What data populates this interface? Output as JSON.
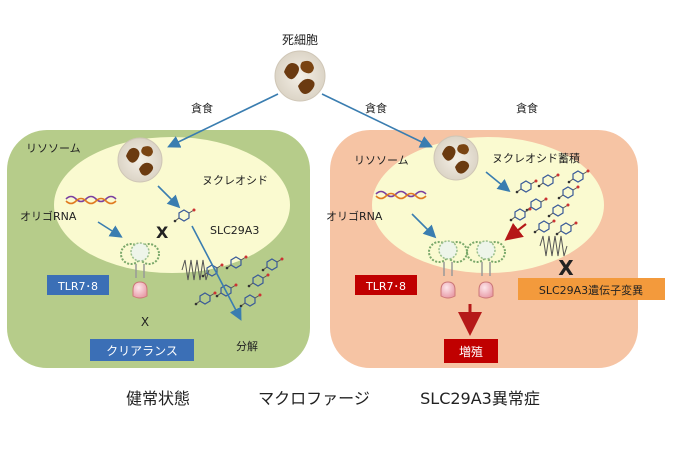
{
  "top": {
    "dead_cell": "死細胞"
  },
  "phagocytosis": [
    "貪食",
    "貪食",
    "貪食"
  ],
  "left": {
    "lysosome": "リソソーム",
    "oligo_rna": "オリゴRNA",
    "nucleoside": "ヌクレオシド",
    "slc": "SLC29A3",
    "x_mark": "X",
    "tlr": "TLR7･8",
    "x_small": "X",
    "clearance": "クリアランス",
    "degradation": "分解"
  },
  "right": {
    "lysosome": "リソソーム",
    "oligo_rna": "オリゴRNA",
    "nucleoside_accum": "ヌクレオシド蓄積",
    "tlr": "TLR7･8",
    "x_mark": "X",
    "mutation": "SLC29A3遺伝子変異",
    "proliferation": "増殖"
  },
  "bottom": {
    "healthy": "健常状態",
    "macrophage": "マクロファージ",
    "disorder": "SLC29A3異常症"
  },
  "colors": {
    "left_cell": "#b6cc8a",
    "right_cell": "#f6c4a4",
    "lysosome": "#fafad0",
    "arrow_blue": "#3a7db0",
    "arrow_red": "#b51818",
    "tlr_left_box": "#3b6fb6",
    "tlr_right_box": "#c00000",
    "mutation_box": "#f39a3c",
    "clearance_box": "#3b6fb6",
    "proliferation_box": "#c00000",
    "dead_cell": "#6b3a10"
  }
}
